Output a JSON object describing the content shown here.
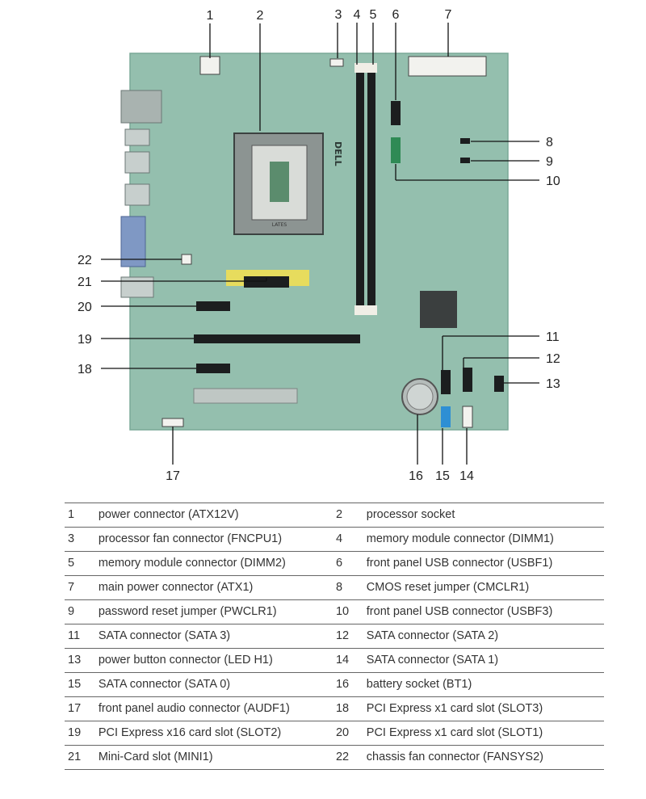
{
  "colors": {
    "board": "#94bfae",
    "board_edge": "#7aa897",
    "slot_dark": "#1c1e1f",
    "leader": "#111111",
    "sata_blue": "#2e8fd4",
    "table_rule": "#666666"
  },
  "callouts": [
    "1",
    "2",
    "3",
    "4",
    "5",
    "6",
    "7",
    "8",
    "9",
    "10",
    "11",
    "12",
    "13",
    "14",
    "15",
    "16",
    "17",
    "18",
    "19",
    "20",
    "21",
    "22"
  ],
  "components": [
    {
      "num": "1",
      "label": "power connector (ATX12V)"
    },
    {
      "num": "2",
      "label": "processor socket"
    },
    {
      "num": "3",
      "label": "processor fan connector (FNCPU1)"
    },
    {
      "num": "4",
      "label": "memory module connector (DIMM1)"
    },
    {
      "num": "5",
      "label": "memory module connector (DIMM2)"
    },
    {
      "num": "6",
      "label": "front panel USB connector (USBF1)"
    },
    {
      "num": "7",
      "label": "main power connector (ATX1)"
    },
    {
      "num": "8",
      "label": "CMOS reset jumper (CMCLR1)"
    },
    {
      "num": "9",
      "label": "password reset jumper (PWCLR1)"
    },
    {
      "num": "10",
      "label": "front panel USB connector (USBF3)"
    },
    {
      "num": "11",
      "label": "SATA connector (SATA 3)"
    },
    {
      "num": "12",
      "label": "SATA connector (SATA 2)"
    },
    {
      "num": "13",
      "label": "power button connector (LED H1)"
    },
    {
      "num": "14",
      "label": "SATA connector (SATA 1)"
    },
    {
      "num": "15",
      "label": "SATA connector (SATA 0)"
    },
    {
      "num": "16",
      "label": "battery socket (BT1)"
    },
    {
      "num": "17",
      "label": "front panel audio connector (AUDF1)"
    },
    {
      "num": "18",
      "label": "PCI Express x1 card slot (SLOT3)"
    },
    {
      "num": "19",
      "label": "PCI Express x16 card slot (SLOT2)"
    },
    {
      "num": "20",
      "label": "PCI Express x1 card slot (SLOT1)"
    },
    {
      "num": "21",
      "label": "Mini-Card slot (MINI1)"
    },
    {
      "num": "22",
      "label": "chassis fan connector (FANSYS2)"
    }
  ],
  "board_marks": {
    "socket_text": "LATES",
    "logo_text": "DELL"
  }
}
